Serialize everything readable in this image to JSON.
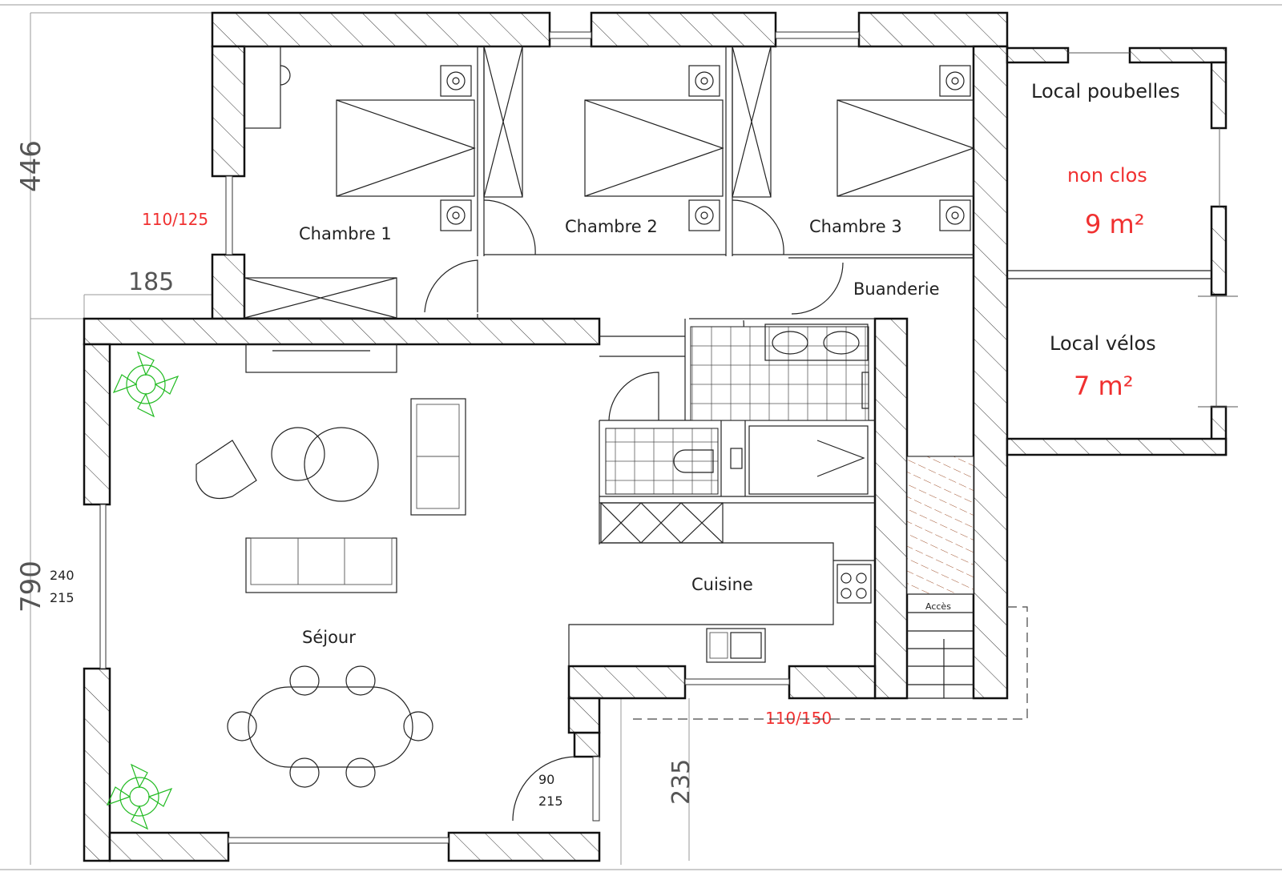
{
  "rooms": {
    "chambre1": "Chambre 1",
    "chambre2": "Chambre 2",
    "chambre3": "Chambre 3",
    "buanderie": "Buanderie",
    "sejour": "Séjour",
    "cuisine": "Cuisine",
    "acces": "Accès",
    "local_poubelles": "Local poubelles",
    "non_clos": "non clos",
    "poubelles_area": "9 m²",
    "local_velos": "Local vélos",
    "velos_area": "7 m²"
  },
  "dimensions": {
    "height_upper": "446",
    "height_lower": "790",
    "width_step": "185",
    "window_chambre1": "110/125",
    "window_sejour_top": "240",
    "window_sejour_bottom": "215",
    "door_entry_top": "90",
    "door_entry_bottom": "215",
    "entry_depth": "235",
    "window_kitchen": "110/150"
  },
  "colors": {
    "wall_line": "#111111",
    "annotation_red": "#f03030",
    "plant_green": "#22bb22",
    "stair_hatch": "#a0522d"
  }
}
